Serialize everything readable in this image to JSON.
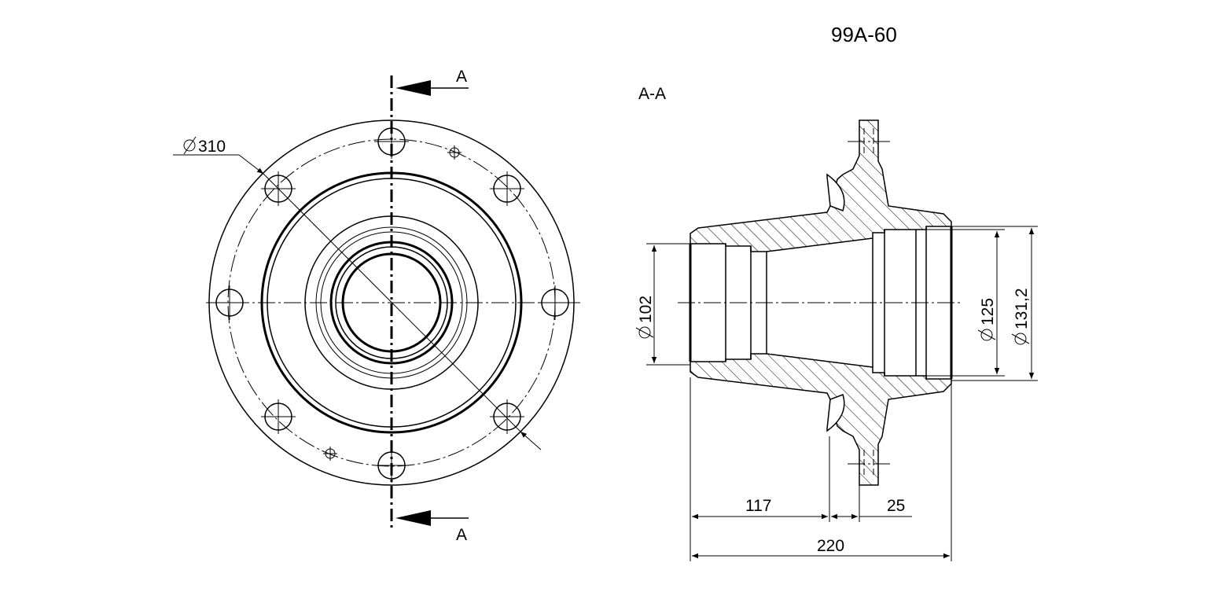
{
  "drawing": {
    "part_number": "99A-60",
    "section_label": "A-A",
    "cut_label_top": "A",
    "cut_label_bottom": "A",
    "dimensions": {
      "flange_diameter": "310",
      "bore_left": "102",
      "bore_right_inner": "125",
      "bore_right_outer": "131,2",
      "length_left": "117",
      "flange_width": "25",
      "length_total": "220"
    }
  }
}
